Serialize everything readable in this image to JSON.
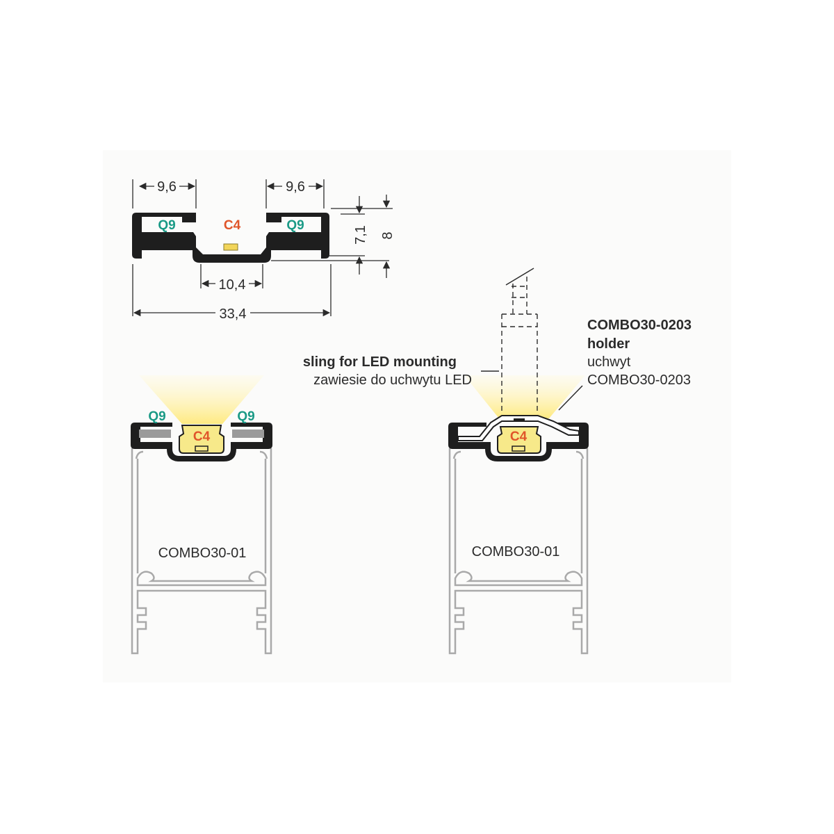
{
  "colors": {
    "profile": "#1e1e1e",
    "q9": "#1a9a86",
    "c4": "#e0552a",
    "led_glow": "#fff0a8",
    "insert": "#f7e98a",
    "housing": "#a9a9a9",
    "line": "#2b2b2b"
  },
  "top_profile": {
    "dim_left_width": "9,6",
    "dim_right_width": "9,6",
    "dim_channel_width": "10,4",
    "dim_total_width": "33,4",
    "dim_inner_height": "7,1",
    "dim_total_height": "8",
    "tag_left": "Q9",
    "tag_center": "C4",
    "tag_right": "Q9"
  },
  "left_assembly": {
    "tag_left": "Q9",
    "tag_right": "Q9",
    "tag_center": "C4",
    "housing_label": "COMBO30-01"
  },
  "right_assembly": {
    "tag_center": "C4",
    "housing_label": "COMBO30-01",
    "sling_label_en": "sling for LED mounting",
    "sling_label_pl": "zawiesie do uchwytu LED",
    "holder_title": "COMBO30-0203",
    "holder_title_2": "holder",
    "holder_pl_1": "uchwyt",
    "holder_pl_2": "COMBO30-0203"
  }
}
